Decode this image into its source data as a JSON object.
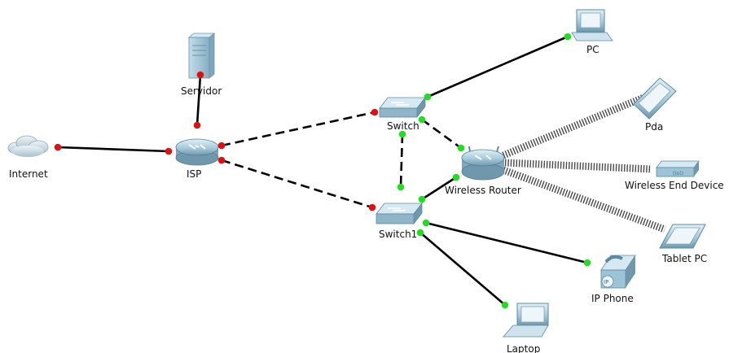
{
  "nodes": {
    "internet": {
      "label": "Internet",
      "icon": "cloud-icon"
    },
    "servidor": {
      "label": "Servidor",
      "icon": "server-icon"
    },
    "isp": {
      "label": "ISP",
      "icon": "router-icon"
    },
    "switch": {
      "label": "Switch",
      "icon": "switch-icon"
    },
    "switch1": {
      "label": "Switch1",
      "icon": "switch-icon"
    },
    "wireless_router": {
      "label": "Wireless Router",
      "icon": "wireless-router-icon"
    },
    "pc": {
      "label": "PC",
      "icon": "pc-icon"
    },
    "pda": {
      "label": "Pda",
      "icon": "pda-icon"
    },
    "wireless_end_device": {
      "label": "Wireless End Device",
      "icon": "wireless-end-device-icon"
    },
    "tablet_pc": {
      "label": "Tablet PC",
      "icon": "tablet-icon"
    },
    "ip_phone": {
      "label": "IP Phone",
      "icon": "ip-phone-icon"
    },
    "laptop": {
      "label": "Laptop",
      "icon": "laptop-icon"
    }
  },
  "ip_phone_badge": "IP",
  "links": [
    {
      "from": "internet",
      "to": "isp",
      "type": "straight",
      "status": [
        "down",
        "down"
      ]
    },
    {
      "from": "servidor",
      "to": "isp",
      "type": "straight",
      "status": [
        "down",
        "down"
      ]
    },
    {
      "from": "isp",
      "to": "switch",
      "type": "crossover",
      "status": [
        "down",
        "down"
      ]
    },
    {
      "from": "isp",
      "to": "switch1",
      "type": "crossover",
      "status": [
        "down",
        "down"
      ]
    },
    {
      "from": "switch",
      "to": "pc",
      "type": "straight",
      "status": [
        "up",
        "up"
      ]
    },
    {
      "from": "switch",
      "to": "switch1",
      "type": "crossover",
      "status": [
        "up",
        "up"
      ]
    },
    {
      "from": "switch",
      "to": "wireless_router",
      "type": "crossover",
      "status": [
        "up",
        "up"
      ]
    },
    {
      "from": "switch1",
      "to": "wireless_router",
      "type": "straight",
      "status": [
        "up",
        "up"
      ]
    },
    {
      "from": "switch1",
      "to": "ip_phone",
      "type": "straight",
      "status": [
        "up",
        "up"
      ]
    },
    {
      "from": "switch1",
      "to": "laptop",
      "type": "straight",
      "status": [
        "up",
        "up"
      ]
    },
    {
      "from": "wireless_router",
      "to": "pda",
      "type": "wireless"
    },
    {
      "from": "wireless_router",
      "to": "wireless_end_device",
      "type": "wireless"
    },
    {
      "from": "wireless_router",
      "to": "tablet_pc",
      "type": "wireless"
    }
  ],
  "colors": {
    "link": "#000000",
    "wireless": "#4a4a4a",
    "status_up": "#22dd22",
    "status_down": "#dd1111",
    "device": "#9cc4d6",
    "device_dark": "#5d8aa0"
  }
}
